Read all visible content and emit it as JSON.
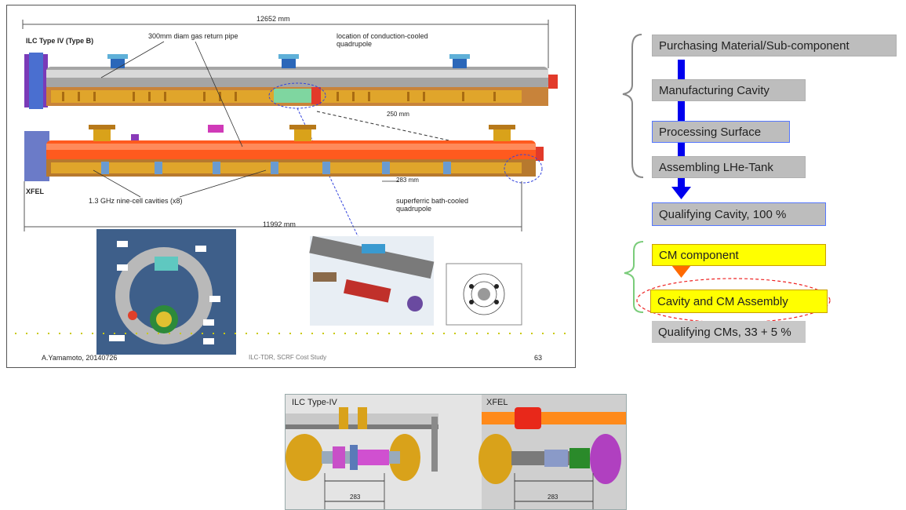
{
  "slide": {
    "dimension_top": "12652 mm",
    "dimension_bottom": "11992 mm",
    "ilc_label": "ILC Type IV (Type B)",
    "xfel_label": "XFEL",
    "gas_pipe_label": "300mm diam gas return pipe",
    "quad_location_label": "location of conduction-cooled quadrupole",
    "dist_top": "250 mm",
    "dist_bottom": "283 mm",
    "cavities_label": "1.3 GHz nine-cell cavities (x8)",
    "superferric_label": "superferric bath-cooled quadrupole",
    "footer_author": "A.Yamamoto, 20140726",
    "footer_title": "ILC-TDR, SCRF Cost Study",
    "footer_page": "63"
  },
  "flow": {
    "steps": [
      "Purchasing Material/Sub-component",
      "Manufacturing Cavity",
      "Processing Surface",
      "Assembling LHe-Tank",
      "Qualifying Cavity, 100 %",
      "CM component",
      "Cavity and CM Assembly",
      "Qualifying CMs, 33 + 5 %"
    ]
  },
  "bottom": {
    "ilc_panel_label": "ILC Type-IV",
    "xfel_panel_label": "XFEL",
    "ilc_dim": "283",
    "xfel_dim": "283"
  },
  "colors": {
    "orange_vessel": "#ff5a1e",
    "gray_vessel": "#9a9a9a",
    "gold": "#d9a21a",
    "flow_gray": "#bdbdbd",
    "flow_yellow": "#ffff00",
    "arrow_blue": "#0000ee",
    "arrow_orange": "#ff6a00",
    "ellipse_red": "#ee2222"
  }
}
